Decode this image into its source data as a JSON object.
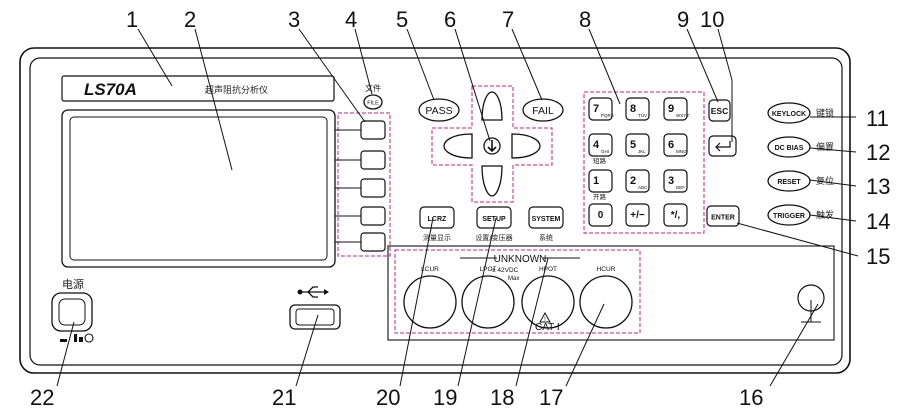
{
  "model": "LS70A",
  "device_subtitle": "超声阻抗分析仪",
  "file_key": {
    "top": "文件",
    "label": "FILE"
  },
  "pass_label": "PASS",
  "fail_label": "FAIL",
  "esc_label": "ESC",
  "enter_label": "ENTER",
  "side_keys": [
    {
      "label": "KEYLOCK",
      "cn": "键锁"
    },
    {
      "label": "DC BIAS",
      "cn": "偏置"
    },
    {
      "label": "RESET",
      "cn": "复位"
    },
    {
      "label": "TRIGGER",
      "cn": "触发"
    }
  ],
  "numpad": [
    {
      "digit": "7",
      "sub": "PQRS",
      "cn": ""
    },
    {
      "digit": "8",
      "sub": "TUV",
      "cn": ""
    },
    {
      "digit": "9",
      "sub": "WXYZ",
      "cn": ""
    },
    {
      "digit": "4",
      "sub": "GHI",
      "cn": "短路"
    },
    {
      "digit": "5",
      "sub": "JKL",
      "cn": ""
    },
    {
      "digit": "6",
      "sub": "MNO",
      "cn": ""
    },
    {
      "digit": "1",
      "sub": "",
      "cn": "开路"
    },
    {
      "digit": "2",
      "sub": "ABC",
      "cn": ""
    },
    {
      "digit": "3",
      "sub": "DEF",
      "cn": ""
    },
    {
      "digit": "0",
      "sub": "",
      "cn": ""
    },
    {
      "digit": "+/−",
      "sub": "",
      "cn": ""
    },
    {
      "digit": "*/,",
      "sub": "",
      "cn": ""
    }
  ],
  "func_keys": [
    {
      "label": "LCRZ",
      "cn": "测量显示"
    },
    {
      "label": "SETUP",
      "cn": "设置/变压器"
    },
    {
      "label": "SYSTEM",
      "cn": "系统"
    }
  ],
  "unknown_label": "UNKNOWN",
  "terminals": [
    "LCUR",
    "LPOT",
    "HPOT",
    "HCUR"
  ],
  "voltage_note": "± 42VDC",
  "max_note": "Max",
  "cat_label": "CAT I",
  "power_label": "电源",
  "callouts": [
    "1",
    "2",
    "3",
    "4",
    "5",
    "6",
    "7",
    "8",
    "9",
    "10",
    "11",
    "12",
    "13",
    "14",
    "15",
    "16",
    "17",
    "18",
    "19",
    "20",
    "21",
    "22"
  ]
}
